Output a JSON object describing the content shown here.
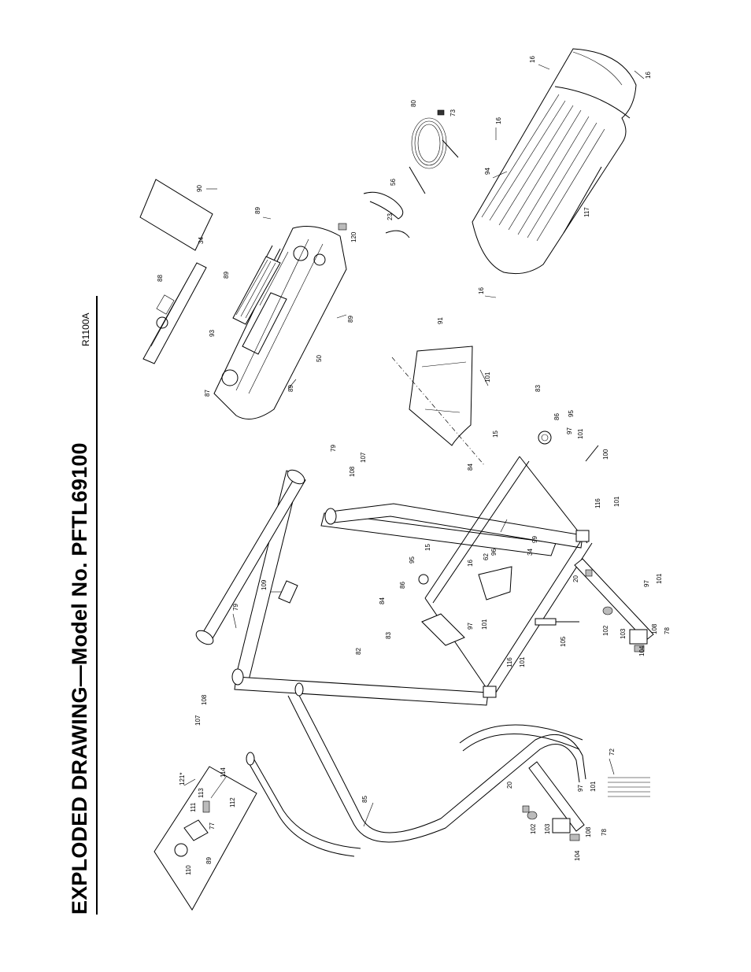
{
  "header": {
    "title": "EXPLODED DRAWING—Model No. PFTL69100",
    "reference": "R1100A"
  },
  "callouts": [
    {
      "id": "c16a",
      "text": "16"
    },
    {
      "id": "c16b",
      "text": "16"
    },
    {
      "id": "c16c",
      "text": "16"
    },
    {
      "id": "c16d",
      "text": "16"
    },
    {
      "id": "c80",
      "text": "80"
    },
    {
      "id": "c73",
      "text": "73"
    },
    {
      "id": "c94",
      "text": "94"
    },
    {
      "id": "c117",
      "text": "117"
    },
    {
      "id": "c90",
      "text": "90"
    },
    {
      "id": "c56",
      "text": "56"
    },
    {
      "id": "c23",
      "text": "23"
    },
    {
      "id": "c120",
      "text": "120"
    },
    {
      "id": "c89a",
      "text": "89"
    },
    {
      "id": "c34a",
      "text": "34"
    },
    {
      "id": "c88",
      "text": "88"
    },
    {
      "id": "c89b",
      "text": "89"
    },
    {
      "id": "c93",
      "text": "93"
    },
    {
      "id": "c89c",
      "text": "89"
    },
    {
      "id": "c50",
      "text": "50"
    },
    {
      "id": "c89d",
      "text": "89"
    },
    {
      "id": "c87",
      "text": "87"
    },
    {
      "id": "c91",
      "text": "91"
    },
    {
      "id": "c101a",
      "text": "101"
    },
    {
      "id": "c83a",
      "text": "83"
    },
    {
      "id": "c86a",
      "text": "86"
    },
    {
      "id": "c95a",
      "text": "95"
    },
    {
      "id": "c15a",
      "text": "15"
    },
    {
      "id": "c97a",
      "text": "97"
    },
    {
      "id": "c101b",
      "text": "101"
    },
    {
      "id": "c100",
      "text": "100"
    },
    {
      "id": "c84a",
      "text": "84"
    },
    {
      "id": "c79a",
      "text": "79"
    },
    {
      "id": "c107a",
      "text": "107"
    },
    {
      "id": "c108a",
      "text": "108"
    },
    {
      "id": "c116a",
      "text": "116"
    },
    {
      "id": "c101c",
      "text": "101"
    },
    {
      "id": "c99",
      "text": "99"
    },
    {
      "id": "c34b",
      "text": "34"
    },
    {
      "id": "c62",
      "text": "62"
    },
    {
      "id": "c96",
      "text": "96"
    },
    {
      "id": "c16e",
      "text": "16"
    },
    {
      "id": "c95b",
      "text": "95"
    },
    {
      "id": "c15b",
      "text": "15"
    },
    {
      "id": "c86b",
      "text": "86"
    },
    {
      "id": "c84b",
      "text": "84"
    },
    {
      "id": "c109",
      "text": "109"
    },
    {
      "id": "c79b",
      "text": "79"
    },
    {
      "id": "c20a",
      "text": "20"
    },
    {
      "id": "c97b",
      "text": "97"
    },
    {
      "id": "c101d",
      "text": "101"
    },
    {
      "id": "c83b",
      "text": "83"
    },
    {
      "id": "c97c",
      "text": "97"
    },
    {
      "id": "c101e",
      "text": "101"
    },
    {
      "id": "c82",
      "text": "82"
    },
    {
      "id": "c105",
      "text": "105"
    },
    {
      "id": "c102a",
      "text": "102"
    },
    {
      "id": "c103a",
      "text": "103"
    },
    {
      "id": "c104a",
      "text": "104"
    },
    {
      "id": "c108b",
      "text": "108"
    },
    {
      "id": "c78a",
      "text": "78"
    },
    {
      "id": "c116b",
      "text": "116"
    },
    {
      "id": "c101f",
      "text": "101"
    },
    {
      "id": "c107b",
      "text": "107"
    },
    {
      "id": "c108c",
      "text": "108"
    },
    {
      "id": "c121",
      "text": "121*"
    },
    {
      "id": "c114",
      "text": "114"
    },
    {
      "id": "c113",
      "text": "113"
    },
    {
      "id": "c111",
      "text": "111"
    },
    {
      "id": "c112",
      "text": "112"
    },
    {
      "id": "c77",
      "text": "77"
    },
    {
      "id": "c110",
      "text": "110"
    },
    {
      "id": "c89e",
      "text": "89"
    },
    {
      "id": "c85",
      "text": "85"
    },
    {
      "id": "c72",
      "text": "72"
    },
    {
      "id": "c20b",
      "text": "20"
    },
    {
      "id": "c97d",
      "text": "97"
    },
    {
      "id": "c101g",
      "text": "101"
    },
    {
      "id": "c102b",
      "text": "102"
    },
    {
      "id": "c103b",
      "text": "103"
    },
    {
      "id": "c104b",
      "text": "104"
    },
    {
      "id": "c108d",
      "text": "108"
    },
    {
      "id": "c78b",
      "text": "78"
    }
  ]
}
